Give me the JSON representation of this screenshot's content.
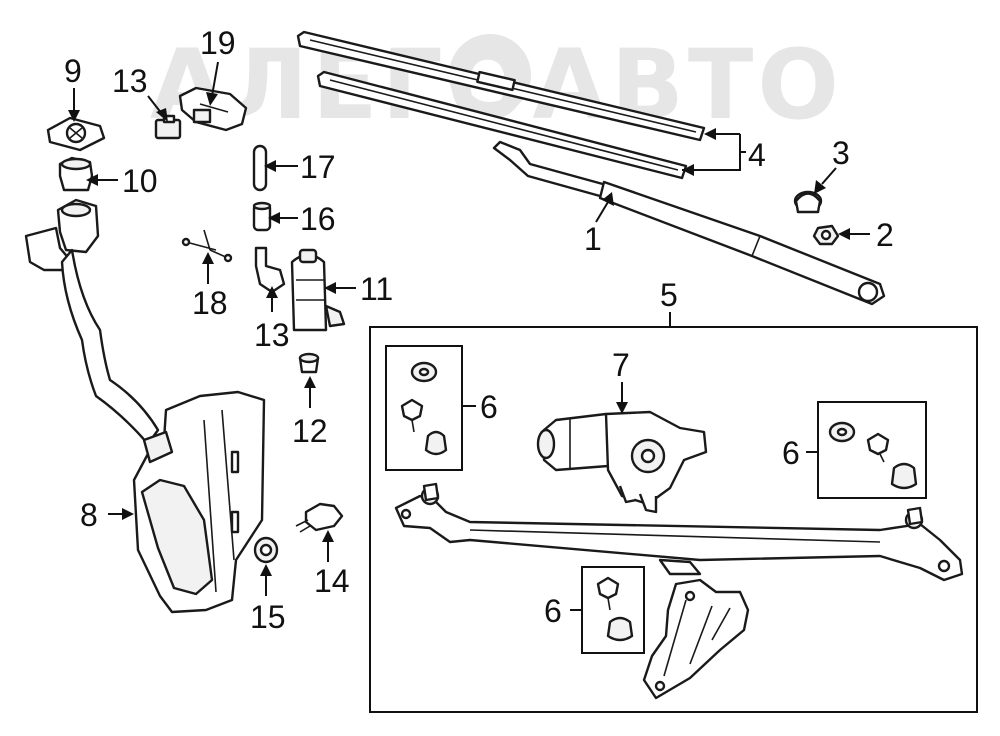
{
  "watermark": "АЛЕГОАВТО",
  "callouts": {
    "c1": "1",
    "c2": "2",
    "c3": "3",
    "c4": "4",
    "c5": "5",
    "c6a": "6",
    "c6b": "6",
    "c6c": "6",
    "c7": "7",
    "c8": "8",
    "c9": "9",
    "c10": "10",
    "c11": "11",
    "c12": "12",
    "c13a": "13",
    "c13b": "13",
    "c14": "14",
    "c15": "15",
    "c16": "16",
    "c17": "17",
    "c18": "18",
    "c19": "19"
  }
}
